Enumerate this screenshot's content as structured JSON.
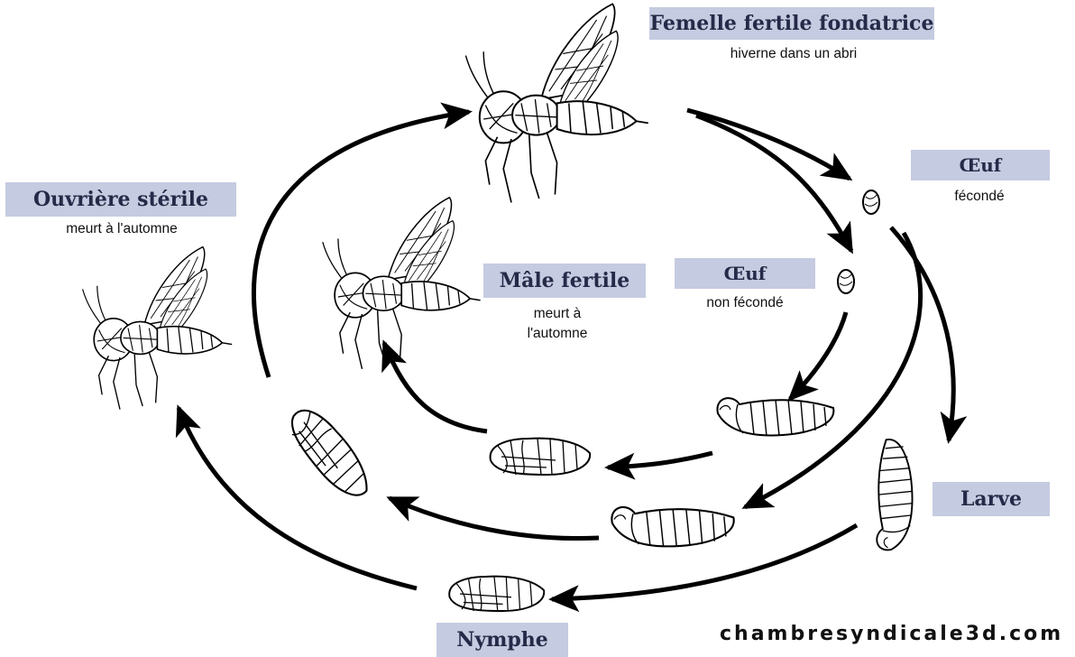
{
  "labels": {
    "queen_title": "Femelle fertile fondatrice",
    "queen_note": "hiverne dans un abri",
    "egg_fert_title": "Œuf",
    "egg_fert_note": "fécondé",
    "egg_unfert_title": "Œuf",
    "egg_unfert_note": "non fécondé",
    "worker_title": "Ouvrière stérile",
    "worker_note": "meurt à l'automne",
    "male_title": "Mâle fertile",
    "male_note_1": "meurt à",
    "male_note_2": "l'automne",
    "larva_title": "Larve",
    "nymph_title": "Nymphe"
  },
  "credit": "chambresyndicale3d.com",
  "icons": [
    "wasp-queen-icon",
    "wasp-worker-icon",
    "wasp-male-icon",
    "egg-icon",
    "larva-icon",
    "nymph-icon"
  ],
  "colors": {
    "label_box": "#c5cbe0",
    "label_text": "#262a48",
    "ink": "#000000"
  }
}
